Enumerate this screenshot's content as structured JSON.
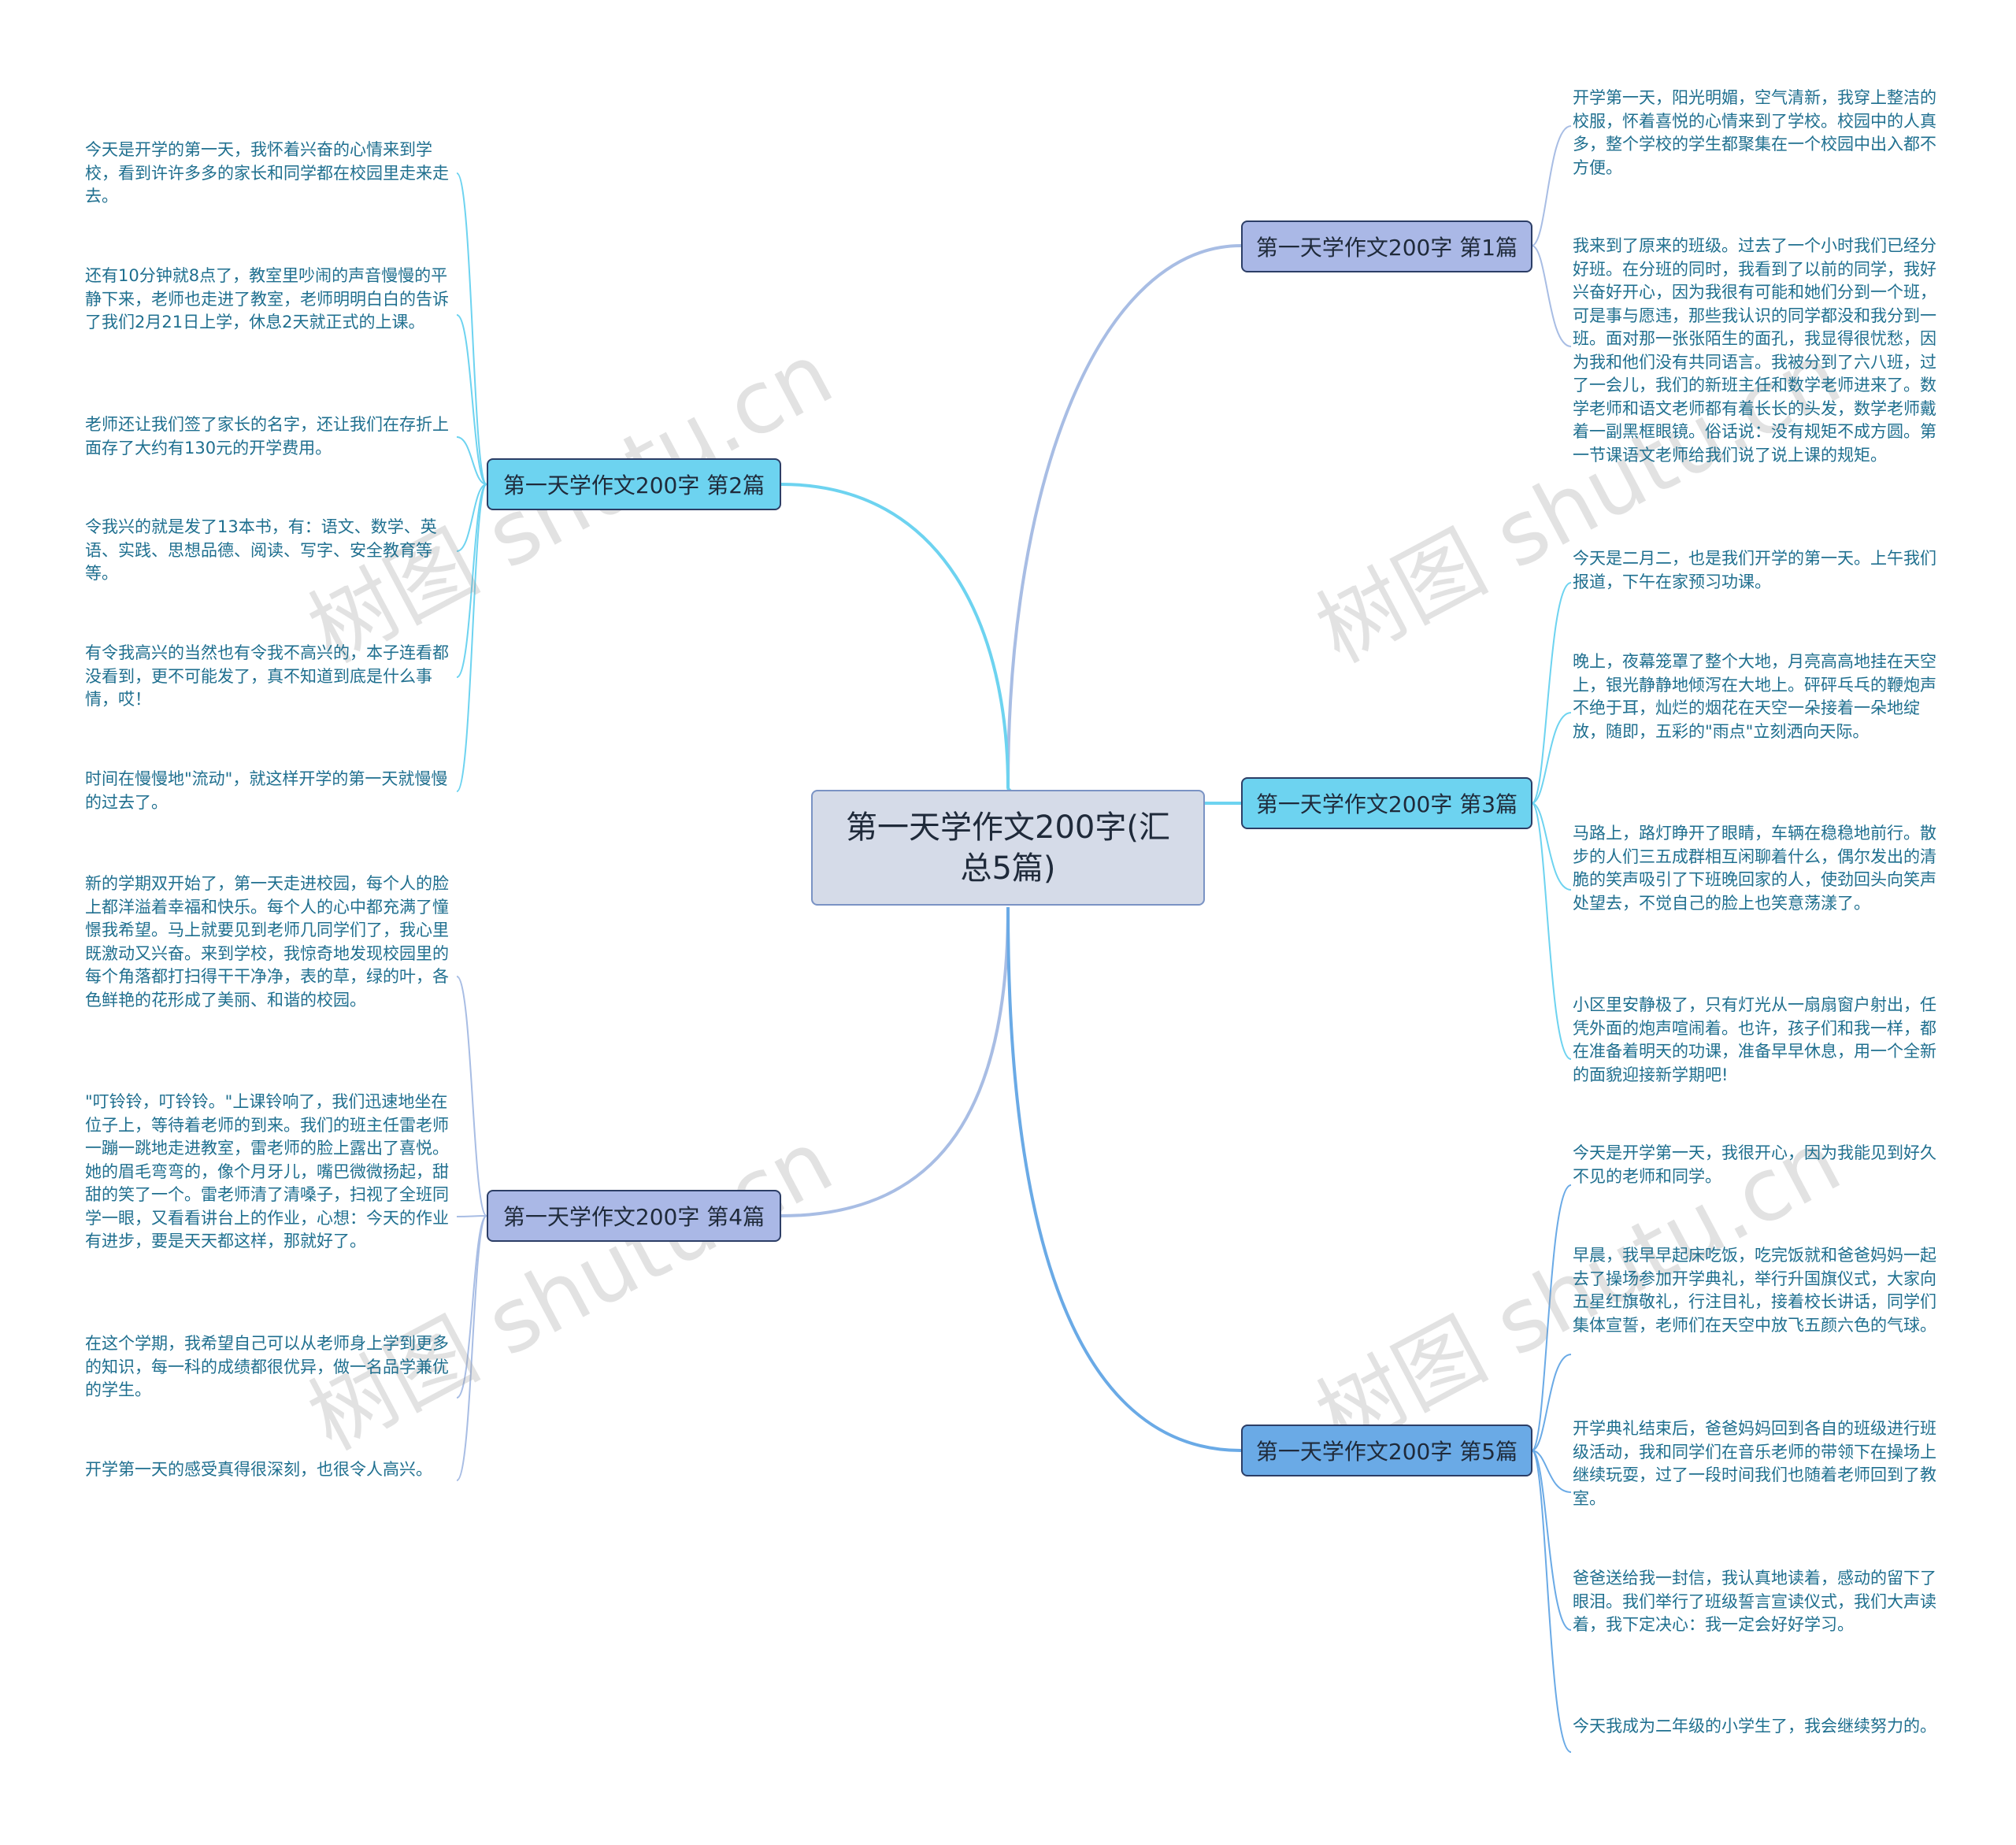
{
  "root": {
    "title": "第一天学作文200字(汇总5篇)"
  },
  "watermark": "树图 shutu.cn",
  "colors": {
    "branch1_fill": "#aab8e6",
    "branch2_fill": "#6dd3f0",
    "branch3_fill": "#6dd3f0",
    "branch4_fill": "#aab8e6",
    "branch5_fill": "#6aaae6"
  },
  "branches": [
    {
      "label": "第一天学作文200字 第1篇",
      "leaves": [
        "开学第一天，阳光明媚，空气清新，我穿上整洁的校服，怀着喜悦的心情来到了学校。校园中的人真多，整个学校的学生都聚集在一个校园中出入都不方便。",
        "我来到了原来的班级。过去了一个小时我们已经分好班。在分班的同时，我看到了以前的同学，我好兴奋好开心，因为我很有可能和她们分到一个班，可是事与愿违，那些我认识的同学都没和我分到一班。面对那一张张陌生的面孔，我显得很忧愁，因为我和他们没有共同语言。我被分到了六八班，过了一会儿，我们的新班主任和数学老师进来了。数学老师和语文老师都有着长长的头发，数学老师戴着一副黑框眼镜。俗话说：没有规矩不成方圆。第一节课语文老师给我们说了说上课的规矩。"
      ]
    },
    {
      "label": "第一天学作文200字 第2篇",
      "leaves": [
        "今天是开学的第一天，我怀着兴奋的心情来到学校，看到许许多多的家长和同学都在校园里走来走去。",
        "还有10分钟就8点了，教室里吵闹的声音慢慢的平静下来，老师也走进了教室，老师明明白白的告诉了我们2月21日上学，休息2天就正式的上课。",
        "老师还让我们签了家长的名字，还让我们在存折上面存了大约有130元的开学费用。",
        "令我兴的就是发了13本书，有：语文、数学、英语、实践、思想品德、阅读、写字、安全教育等等。",
        "有令我高兴的当然也有令我不高兴的，本子连看都没看到，更不可能发了，真不知道到底是什么事情，哎！",
        "时间在慢慢地\"流动\"，就这样开学的第一天就慢慢的过去了。"
      ]
    },
    {
      "label": "第一天学作文200字 第3篇",
      "leaves": [
        "今天是二月二，也是我们开学的第一天。上午我们报道，下午在家预习功课。",
        "晚上，夜幕笼罩了整个大地，月亮高高地挂在天空上，银光静静地倾泻在大地上。砰砰乓乓的鞭炮声不绝于耳，灿烂的烟花在天空一朵接着一朵地绽放，随即，五彩的\"雨点\"立刻洒向天际。",
        "马路上，路灯睁开了眼睛，车辆在稳稳地前行。散步的人们三五成群相互闲聊着什么，偶尔发出的清脆的笑声吸引了下班晚回家的人，使劲回头向笑声处望去，不觉自己的脸上也笑意荡漾了。",
        "小区里安静极了，只有灯光从一扇扇窗户射出，任凭外面的炮声喧闹着。也许，孩子们和我一样，都在准备着明天的功课，准备早早休息，用一个全新的面貌迎接新学期吧!"
      ]
    },
    {
      "label": "第一天学作文200字 第4篇",
      "leaves": [
        "新的学期双开始了，第一天走进校园，每个人的脸上都洋溢着幸福和快乐。每个人的心中都充满了憧憬我希望。马上就要见到老师几同学们了，我心里既激动又兴奋。来到学校，我惊奇地发现校园里的每个角落都打扫得干干净净，表的草，绿的叶，各色鲜艳的花形成了美丽、和谐的校园。",
        "\"叮铃铃，叮铃铃。\"上课铃响了，我们迅速地坐在位子上，等待着老师的到来。我们的班主任雷老师一蹦一跳地走进教室，雷老师的脸上露出了喜悦。她的眉毛弯弯的，像个月牙儿，嘴巴微微扬起，甜甜的笑了一个。雷老师清了清嗓子，扫视了全班同学一眼，又看看讲台上的作业，心想：今天的作业有进步，要是天天都这样，那就好了。",
        "在这个学期，我希望自己可以从老师身上学到更多的知识，每一科的成绩都很优异，做一名品学兼优的学生。",
        "开学第一天的感受真得很深刻，也很令人高兴。"
      ]
    },
    {
      "label": "第一天学作文200字 第5篇",
      "leaves": [
        "今天是开学第一天，我很开心，因为我能见到好久不见的老师和同学。",
        "早晨，我早早起床吃饭，吃完饭就和爸爸妈妈一起去了操场参加开学典礼，举行升国旗仪式，大家向五星红旗敬礼，行注目礼，接着校长讲话，同学们集体宣誓，老师们在天空中放飞五颜六色的气球。",
        "开学典礼结束后，爸爸妈妈回到各自的班级进行班级活动，我和同学们在音乐老师的带领下在操场上继续玩耍，过了一段时间我们也随着老师回到了教室。",
        "爸爸送给我一封信，我认真地读着，感动的留下了眼泪。我们举行了班级誓言宣读仪式，我们大声读着，我下定决心：我一定会好好学习。",
        "今天我成为二年级的小学生了，我会继续努力的。"
      ]
    }
  ]
}
